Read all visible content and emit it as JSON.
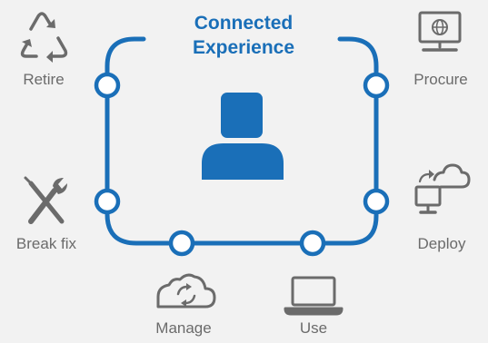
{
  "diagram": {
    "title_line1": "Connected",
    "title_line2": "Experience",
    "stages": {
      "retire": "Retire",
      "procure": "Procure",
      "break_fix": "Break fix",
      "deploy": "Deploy",
      "manage": "Manage",
      "use": "Use"
    },
    "center": "person-icon"
  },
  "colors": {
    "accent": "#1a6fb8",
    "icon_gray": "#6b6b6b",
    "background": "#f2f2f2",
    "node_fill": "#ffffff"
  },
  "icons": {
    "retire": "recycle-icon",
    "procure": "monitor-globe-icon",
    "break_fix": "wrench-screwdriver-icon",
    "deploy": "monitor-cloud-sync-icon",
    "manage": "cloud-sync-icon",
    "use": "laptop-icon"
  }
}
